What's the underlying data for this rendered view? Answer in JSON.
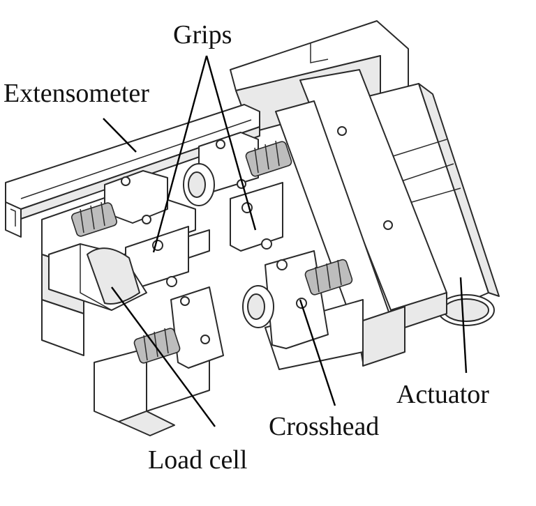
{
  "labels": {
    "grips": "Grips",
    "extensometer": "Extensometer",
    "actuator": "Actuator",
    "crosshead": "Crosshead",
    "load_cell": "Load cell"
  },
  "colors": {
    "outline": "#2a2a2a",
    "face": "#ffffff",
    "shade": "#e9e9e9",
    "spring": "#bdbdbd"
  }
}
